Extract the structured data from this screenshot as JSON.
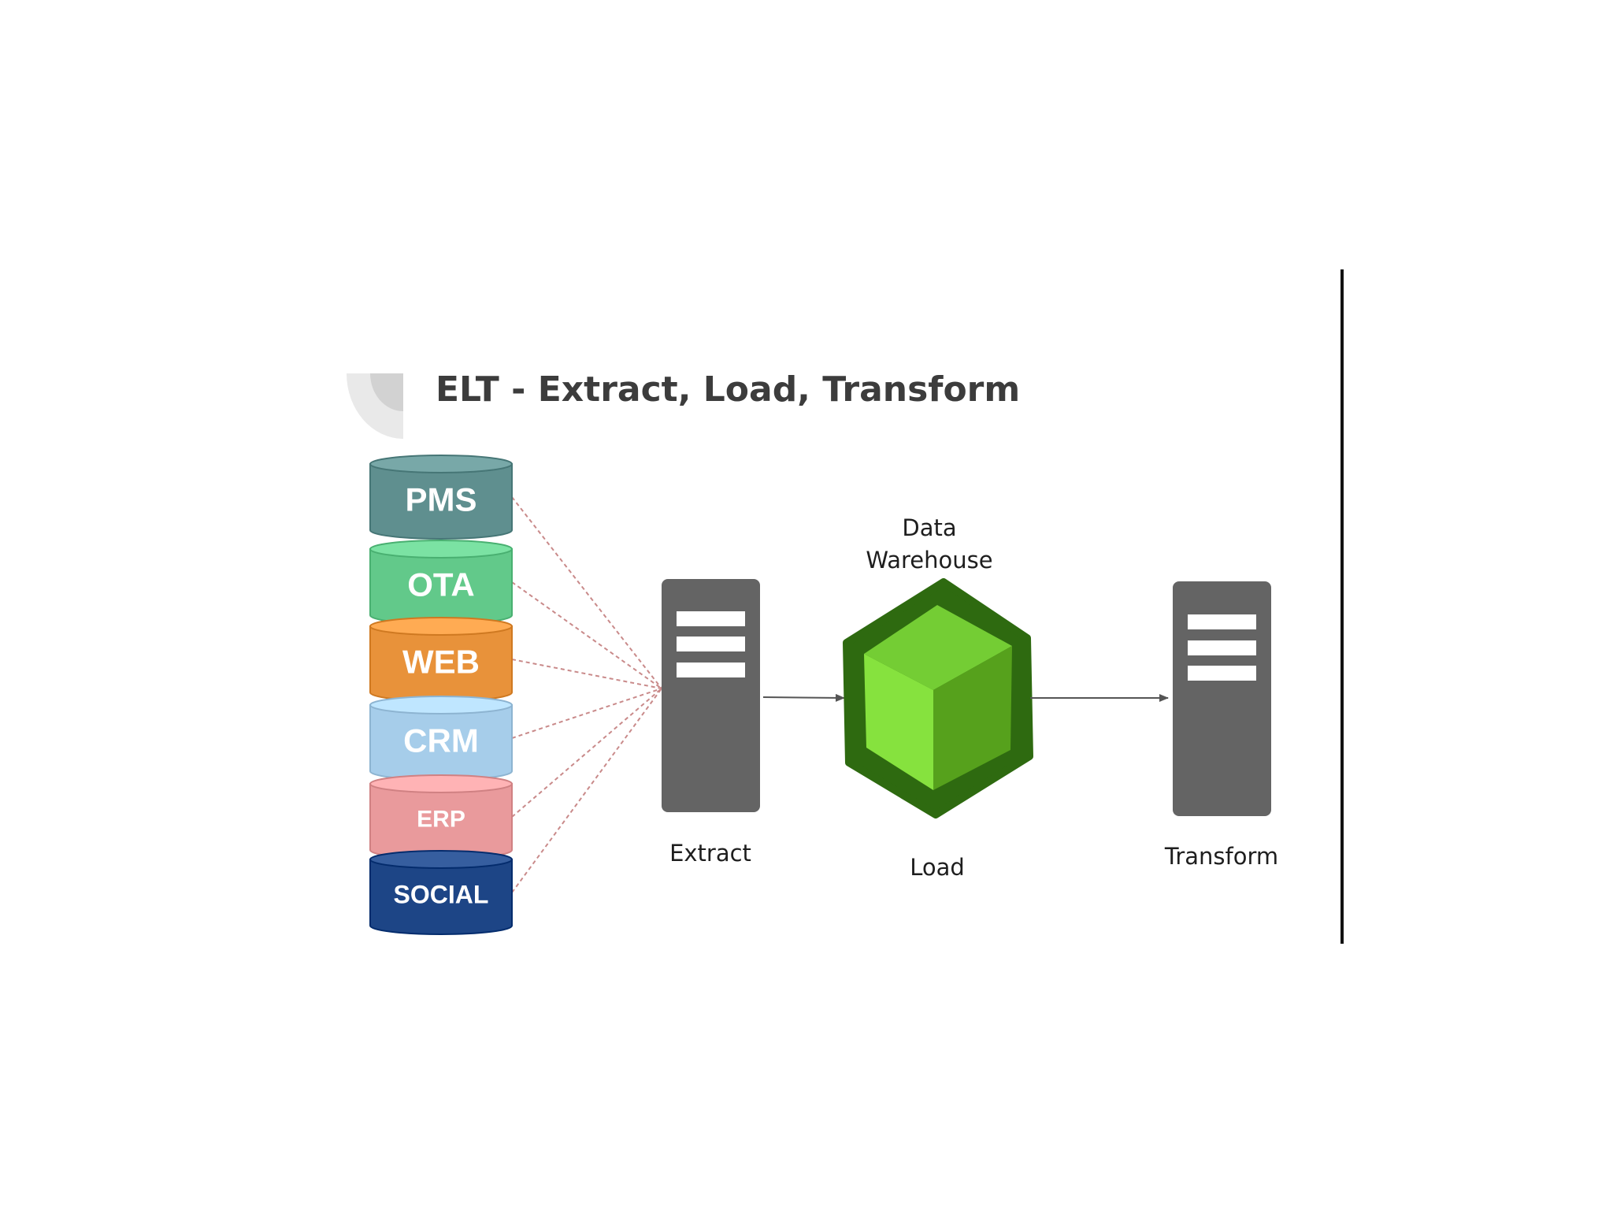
{
  "title": "ELT - Extract, Load, Transform",
  "sources": [
    {
      "id": "pms",
      "label": "PMS",
      "color": "#5f8f8f"
    },
    {
      "id": "ota",
      "label": "OTA",
      "color": "#62c98a"
    },
    {
      "id": "web",
      "label": "WEB",
      "color": "#e8923a"
    },
    {
      "id": "crm",
      "label": "CRM",
      "color": "#a6cdea"
    },
    {
      "id": "erp",
      "label": "ERP",
      "color": "#e99a9c"
    },
    {
      "id": "social",
      "label": "SOCIAL",
      "color": "#1d4586"
    }
  ],
  "steps": {
    "extract": {
      "label": "Extract"
    },
    "warehouse": {
      "heading_line1": "Data",
      "heading_line2": "Warehouse",
      "label": "Load"
    },
    "transform": {
      "label": "Transform"
    }
  },
  "colors": {
    "server": "#646464",
    "server_slot": "#ffffff",
    "cube_outer": "#2e6a10",
    "cube_left": "#86e23e",
    "cube_right": "#56a11c",
    "cube_top": "#74cd34",
    "connector": "#c98a8a",
    "arrow": "#555555"
  }
}
